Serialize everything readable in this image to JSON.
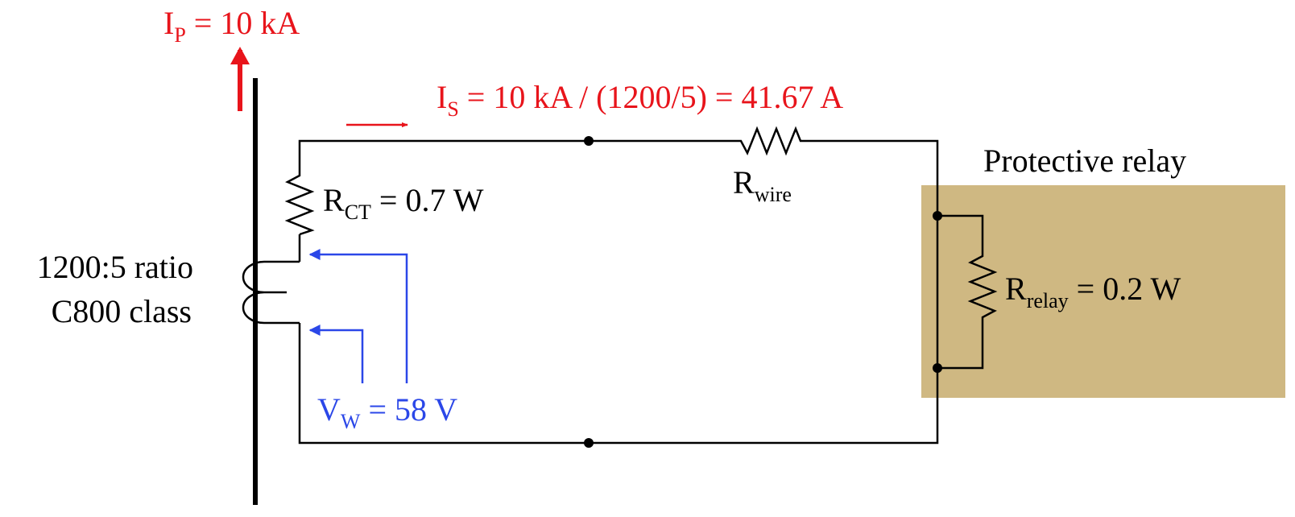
{
  "colors": {
    "red": "#e8141b",
    "blue": "#2b47e8",
    "wire": "#000000",
    "relay_box": "#cfb882"
  },
  "primary_current": {
    "sym": "I",
    "sub": "P",
    "rest": " = 10 kA"
  },
  "secondary_current": {
    "sym": "I",
    "sub": "S",
    "rest": " = 10 kA / (1200/5) = 41.67 A"
  },
  "ct_resistance": {
    "sym": "R",
    "sub": "CT",
    "rest": " = 0.7 W"
  },
  "wire_resistance": {
    "sym": "R",
    "sub": "wire"
  },
  "relay": {
    "title": "Protective relay",
    "resistance": {
      "sym": "R",
      "sub": "relay",
      "rest": " = 0.2 W"
    }
  },
  "ct_info": {
    "line1": "1200:5 ratio",
    "line2": "C800 class"
  },
  "winding_voltage": {
    "sym": "V",
    "sub": "W",
    "rest": " = 58 V"
  }
}
